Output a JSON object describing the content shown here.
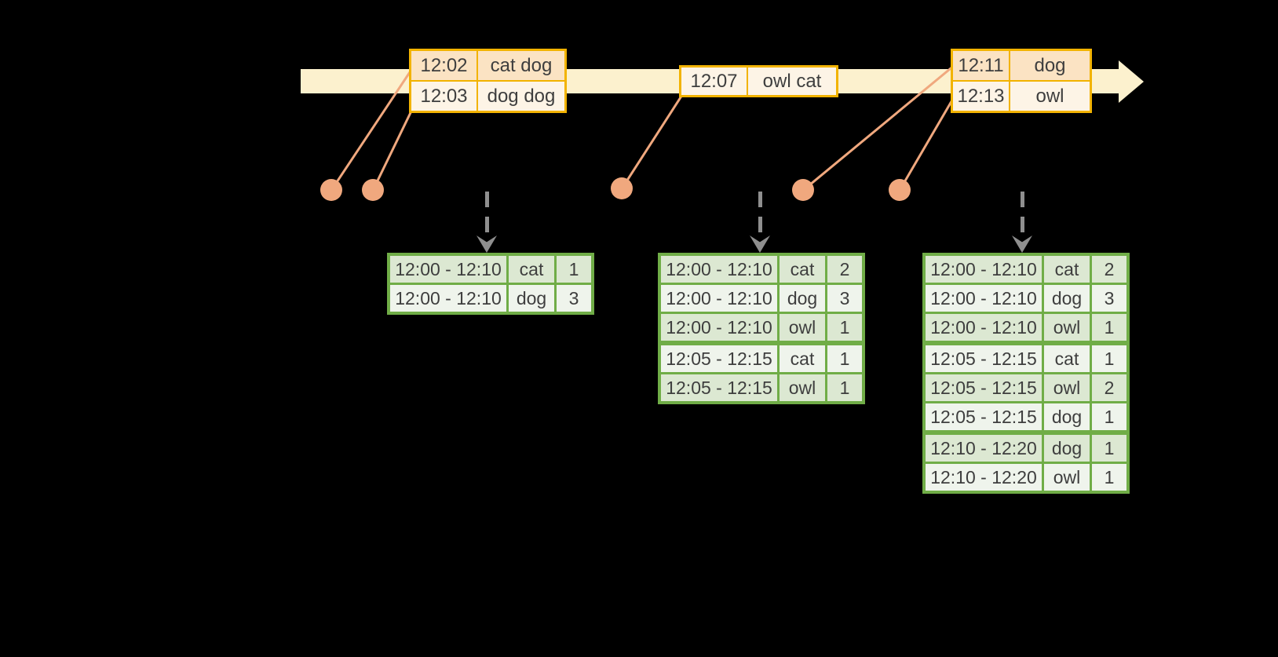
{
  "colors": {
    "background": "#000000",
    "band": "#FCF1CE",
    "gold": "#F2B300",
    "event_dark": "#FBE3C3",
    "event_light": "#FDF4E6",
    "salmon": "#F0A87E",
    "gray": "#8F8F8F",
    "green": "#70AD47",
    "row_dark": "#DCE8D2",
    "row_light": "#EFF4EC",
    "text": "#3E3E3E"
  },
  "event_boxes": [
    {
      "rows": [
        {
          "time": "12:02",
          "words": "cat dog"
        },
        {
          "time": "12:03",
          "words": "dog dog"
        }
      ]
    },
    {
      "rows": [
        {
          "time": "12:07",
          "words": "owl cat"
        }
      ]
    },
    {
      "rows": [
        {
          "time": "12:11",
          "words": "dog"
        },
        {
          "time": "12:13",
          "words": "owl"
        }
      ]
    }
  ],
  "result_tables": [
    {
      "rows": [
        {
          "window": "12:00 - 12:10",
          "word": "cat",
          "count": "1"
        },
        {
          "window": "12:00 - 12:10",
          "word": "dog",
          "count": "3"
        }
      ]
    },
    {
      "rows": [
        {
          "window": "12:00 - 12:10",
          "word": "cat",
          "count": "2"
        },
        {
          "window": "12:00 - 12:10",
          "word": "dog",
          "count": "3"
        },
        {
          "window": "12:00 - 12:10",
          "word": "owl",
          "count": "1"
        },
        {
          "window": "12:05 - 12:15",
          "word": "cat",
          "count": "1"
        },
        {
          "window": "12:05 - 12:15",
          "word": "owl",
          "count": "1"
        }
      ]
    },
    {
      "rows": [
        {
          "window": "12:00 - 12:10",
          "word": "cat",
          "count": "2"
        },
        {
          "window": "12:00 - 12:10",
          "word": "dog",
          "count": "3"
        },
        {
          "window": "12:00 - 12:10",
          "word": "owl",
          "count": "1"
        },
        {
          "window": "12:05 - 12:15",
          "word": "cat",
          "count": "1"
        },
        {
          "window": "12:05 - 12:15",
          "word": "owl",
          "count": "2"
        },
        {
          "window": "12:05 - 12:15",
          "word": "dog",
          "count": "1"
        },
        {
          "window": "12:10 - 12:20",
          "word": "dog",
          "count": "1"
        },
        {
          "window": "12:10 - 12:20",
          "word": "owl",
          "count": "1"
        }
      ]
    }
  ]
}
